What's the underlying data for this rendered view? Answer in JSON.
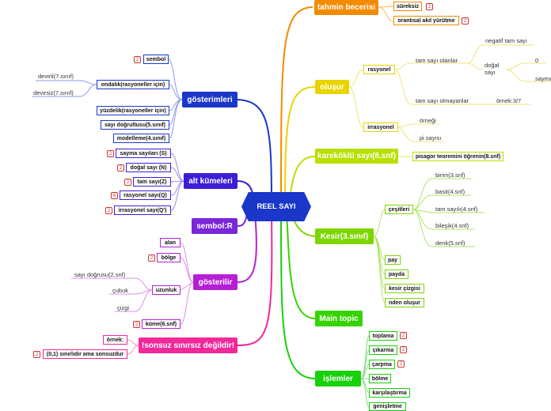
{
  "center": {
    "label": "REEL SAYI"
  },
  "left": {
    "gosterimleri": {
      "title": "gösterimleri",
      "sembol": "sembol",
      "ondalik": "ondalık(rasyoneller için)",
      "devirli": "devirli(7.sınıf)",
      "devirsiz": "devirsiz(7.sınıf)",
      "yuzdelik": "yüzdelik(rasyoneller için)",
      "sayi_dogrultusu": "sayı doğrultusu(5.sınıf)",
      "modelleme": "modelleme(4.sınıf)"
    },
    "alt_kumeleri": {
      "title": "alt kümeleri",
      "items": [
        "sayma sayıları (S)",
        "doğal sayı (N)",
        "tam sayı(Z)",
        "rasyonel sayı(Q)",
        "irrasyonel sayı(Q')"
      ]
    },
    "sembol_r": {
      "title": "sembol:R"
    },
    "gosterilir": {
      "title": "gösterilir",
      "alan": "alan",
      "bolge": "bölge",
      "uzunluk": "uzunluk",
      "sayi_dogrusu": "sayı doğrusu(2.snf)",
      "cubuk": "çubuk",
      "cizgi": "çizgi",
      "kume": "küme(6.snf)"
    },
    "sonsuz": {
      "title": "!sonsuz sınırsız değildir!",
      "ornek": "örnek:",
      "sinirli": "(0,1) sınırlıdır ama sonsuzdur"
    }
  },
  "right": {
    "tahmin": {
      "title": "tahmin becerisi",
      "items": [
        "süreksiz",
        "orantısal akıl yürütme"
      ]
    },
    "olusur": {
      "title": "oluşur",
      "rasyonel": "rasyonel",
      "tam_sayi_olanlar": "tam sayı olanlar",
      "negatif": "negatif tam sayı",
      "dogal_sayi": "doğal sayı",
      "sifir": "0",
      "sayma": "sayma",
      "tam_sayi_olmayanlar": "tam sayı olmayanlar",
      "ornek": "örnek:3/7",
      "irrasyonel": "irrasyonel",
      "ornegi": "örneği",
      "pi": "pi sayısı"
    },
    "karekok": {
      "title": "kareköklü sayı(8.snf)",
      "pisagor": "pisagor teoremini öğrenin(8.snf)"
    },
    "kesir": {
      "title": "Kesir(3.sınıf)",
      "cesitleri": "çeşitleri",
      "types": [
        "birim(3.snf)",
        "basit(4.snf)",
        "tam sayılı(4.snf)",
        "bileşik(4.snf)",
        "denk(5.snf)"
      ],
      "parts": [
        "pay",
        "payda",
        "kesir çizgisi",
        "nden oluşur"
      ]
    },
    "main_topic": {
      "title": "Main topic"
    },
    "islemler": {
      "title": "işlemler",
      "items": [
        "toplama",
        "çıkarma",
        "çarpma",
        "bölme",
        "karşılaştırma",
        "genişletme"
      ]
    }
  },
  "badges": {
    "two": "2",
    "six": "6"
  },
  "colors": {
    "center": "#1a37c9",
    "gosterimleri": "#1a37c9",
    "alt_kumeleri": "#3b1fd6",
    "sembol_r": "#7a26d9",
    "gosterilir": "#b61fd6",
    "sonsuz": "#f0289a",
    "tahmin": "#f28b00",
    "olusur": "#e9d400",
    "karekok": "#b8e000",
    "kesir": "#7ed600",
    "main_topic": "#35d400",
    "islemler": "#17d10a"
  }
}
